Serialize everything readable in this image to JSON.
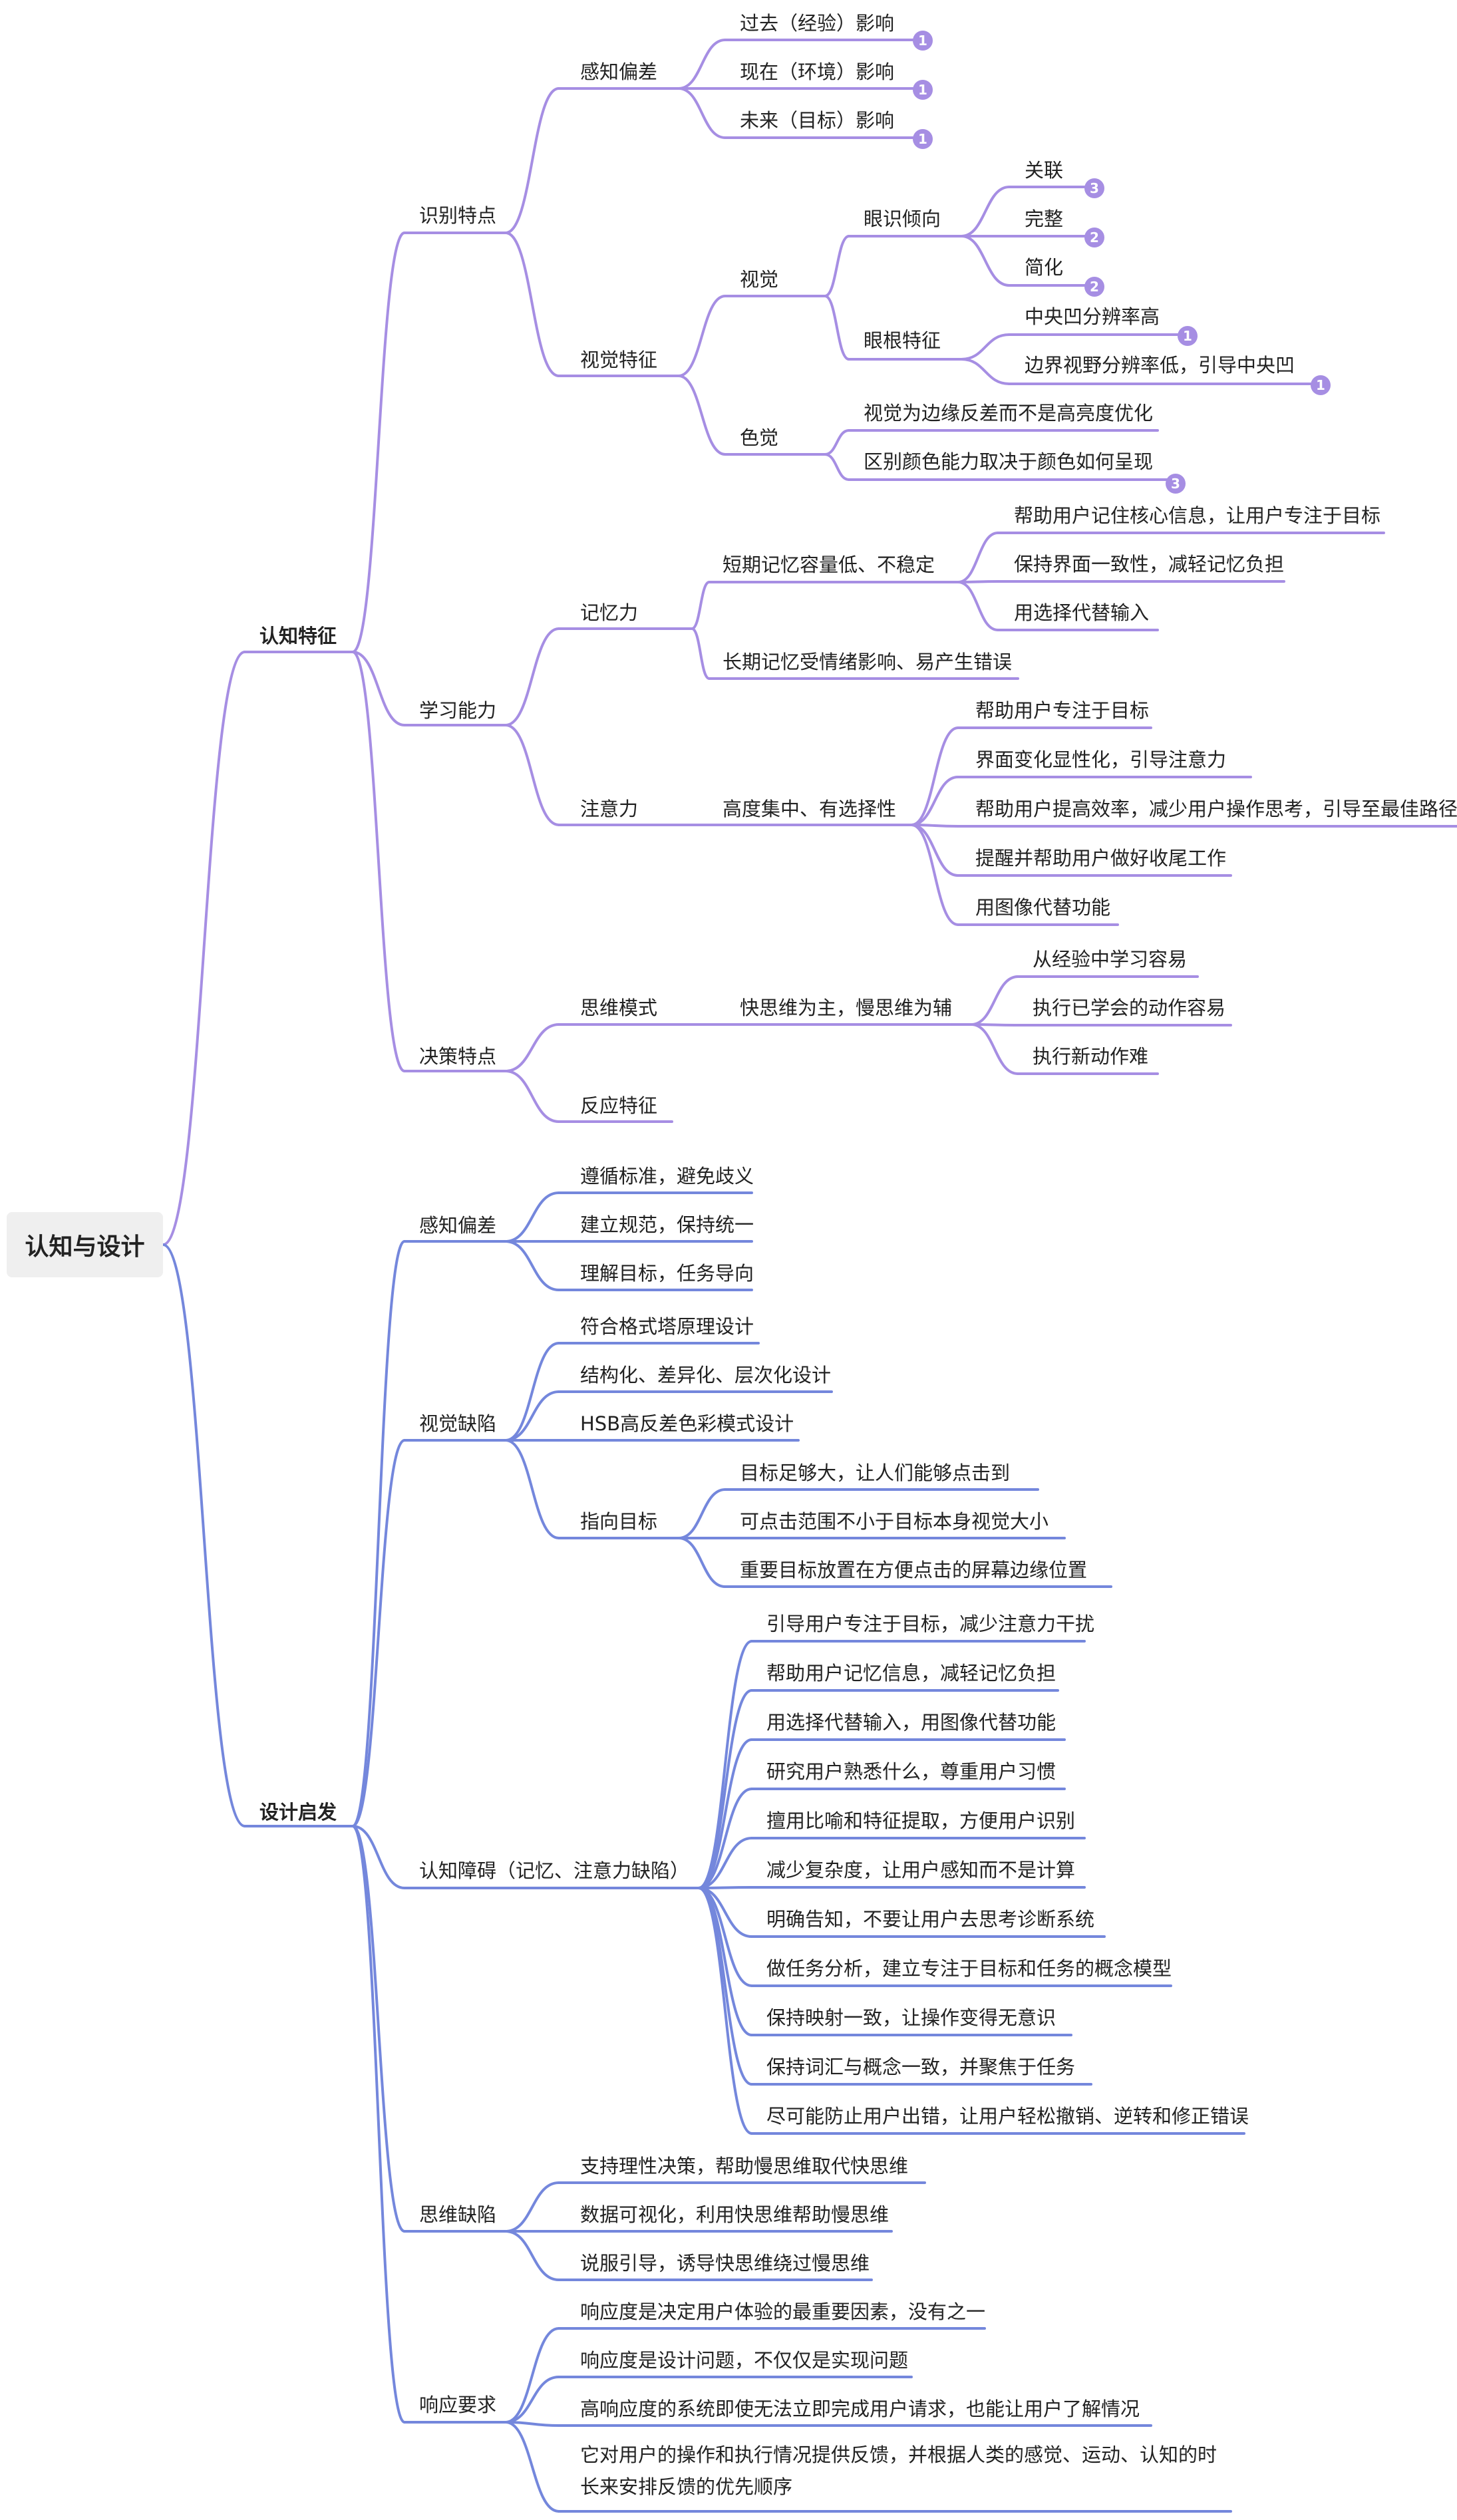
{
  "root": "认知与设计",
  "colors": {
    "branch1": "#a68ee3",
    "branch2": "#7487dc",
    "text": "#222222",
    "root_bg": "#efefef"
  },
  "nodes": {
    "n1": "认知特征",
    "n1a": "识别特点",
    "n1a1": "感知偏差",
    "n1a1a": "过去（经验）影响",
    "n1a1b": "现在（环境）影响",
    "n1a1c": "未来（目标）影响",
    "n1a2": "视觉特征",
    "n1a2a": "视觉",
    "n1a2a1": "眼识倾向",
    "n1a2a1a": "关联",
    "n1a2a1b": "完整",
    "n1a2a1c": "简化",
    "n1a2a2": "眼根特征",
    "n1a2a2a": "中央凹分辨率高",
    "n1a2a2b": "边界视野分辨率低，引导中央凹",
    "n1a2b": "色觉",
    "n1a2b1": "视觉为边缘反差而不是高亮度优化",
    "n1a2b2": "区别颜色能力取决于颜色如何呈现",
    "n1b": "学习能力",
    "n1b1": "记忆力",
    "n1b1a": "短期记忆容量低、不稳定",
    "n1b1a1": "帮助用户记住核心信息，让用户专注于目标",
    "n1b1a2": "保持界面一致性，减轻记忆负担",
    "n1b1a3": "用选择代替输入",
    "n1b1b": "长期记忆受情绪影响、易产生错误",
    "n1b2": "注意力",
    "n1b2a": "高度集中、有选择性",
    "n1b2a1": "帮助用户专注于目标",
    "n1b2a2": "界面变化显性化，引导注意力",
    "n1b2a3": "帮助用户提高效率，减少用户操作思考，引导至最佳路径",
    "n1b2a4": "提醒并帮助用户做好收尾工作",
    "n1b2a5": "用图像代替功能",
    "n1c": "决策特点",
    "n1c1": "思维模式",
    "n1c1a": "快思维为主，慢思维为辅",
    "n1c1a1": "从经验中学习容易",
    "n1c1a2": "执行已学会的动作容易",
    "n1c1a3": "执行新动作难",
    "n1c2": "反应特征",
    "n2": "设计启发",
    "n2a": "感知偏差",
    "n2a1": "遵循标准，避免歧义",
    "n2a2": "建立规范，保持统一",
    "n2a3": "理解目标，任务导向",
    "n2b": "视觉缺陷",
    "n2b1": "符合格式塔原理设计",
    "n2b2": "结构化、差异化、层次化设计",
    "n2b3": "HSB高反差色彩模式设计",
    "n2b4": "指向目标",
    "n2b4a": "目标足够大，让人们能够点击到",
    "n2b4b": "可点击范围不小于目标本身视觉大小",
    "n2b4c": "重要目标放置在方便点击的屏幕边缘位置",
    "n2c": "认知障碍（记忆、注意力缺陷）",
    "n2c1": "引导用户专注于目标，减少注意力干扰",
    "n2c2": "帮助用户记忆信息，减轻记忆负担",
    "n2c3": "用选择代替输入，用图像代替功能",
    "n2c4": "研究用户熟悉什么，尊重用户习惯",
    "n2c5": "擅用比喻和特征提取，方便用户识别",
    "n2c6": "减少复杂度，让用户感知而不是计算",
    "n2c7": "明确告知，不要让用户去思考诊断系统",
    "n2c8": "做任务分析，建立专注于目标和任务的概念模型",
    "n2c9": "保持映射一致，让操作变得无意识",
    "n2c10": "保持词汇与概念一致，并聚焦于任务",
    "n2c11": "尽可能防止用户出错，让用户轻松撤销、逆转和修正错误",
    "n2d": "思维缺陷",
    "n2d1": "支持理性决策，帮助慢思维取代快思维",
    "n2d2": "数据可视化，利用快思维帮助慢思维",
    "n2d3": "说服引导，诱导快思维绕过慢思维",
    "n2e": "响应要求",
    "n2e1": "响应度是决定用户体验的最重要因素，没有之一",
    "n2e2": "响应度是设计问题，不仅仅是实现问题",
    "n2e3": "高响应度的系统即使无法立即完成用户请求，也能让用户了解情况",
    "n2e4": "它对用户的操作和执行情况提供反馈，并根据人类的感觉、运动、认知的时长来安排反馈的优先顺序"
  },
  "badges": {
    "b1": "1",
    "b2": "1",
    "b3": "1",
    "b4": "3",
    "b5": "2",
    "b6": "2",
    "b7": "1",
    "b8": "1",
    "b9": "3"
  }
}
